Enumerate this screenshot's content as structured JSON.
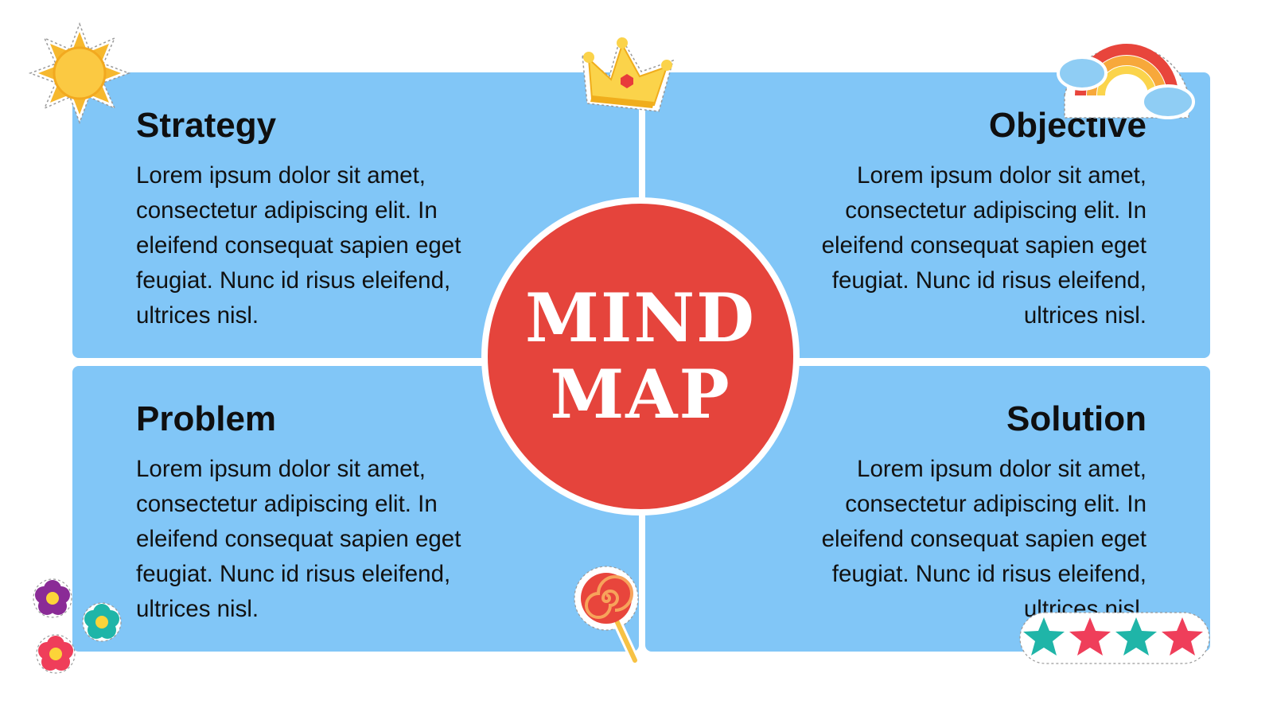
{
  "center": {
    "title_line1": "MIND",
    "title_line2": "MAP",
    "color": "#e5443c"
  },
  "quadrants": {
    "strategy": {
      "heading": "Strategy",
      "text": "Lorem ipsum dolor sit amet, consectetur adipiscing elit. In eleifend consequat sapien eget feugiat. Nunc id risus eleifend, ultrices nisl."
    },
    "objective": {
      "heading": "Objective",
      "text": "Lorem ipsum dolor sit amet, consectetur adipiscing elit. In eleifend consequat sapien eget feugiat. Nunc id risus eleifend, ultrices nisl."
    },
    "problem": {
      "heading": "Problem",
      "text": "Lorem ipsum dolor sit amet, consectetur adipiscing elit. In eleifend consequat sapien eget feugiat. Nunc id risus eleifend, ultrices nisl."
    },
    "solution": {
      "heading": "Solution",
      "text": "Lorem ipsum dolor sit amet, consectetur adipiscing elit. In eleifend consequat sapien eget feugiat. Nunc id risus eleifend, ultrices nisl."
    }
  },
  "colors": {
    "panel": "#81c6f7",
    "background": "#ffffff",
    "text": "#0f0f10"
  },
  "decorations": [
    "sun-icon",
    "crown-icon",
    "rainbow-icon",
    "flowers-icon",
    "lollipop-icon",
    "stars-icon"
  ]
}
